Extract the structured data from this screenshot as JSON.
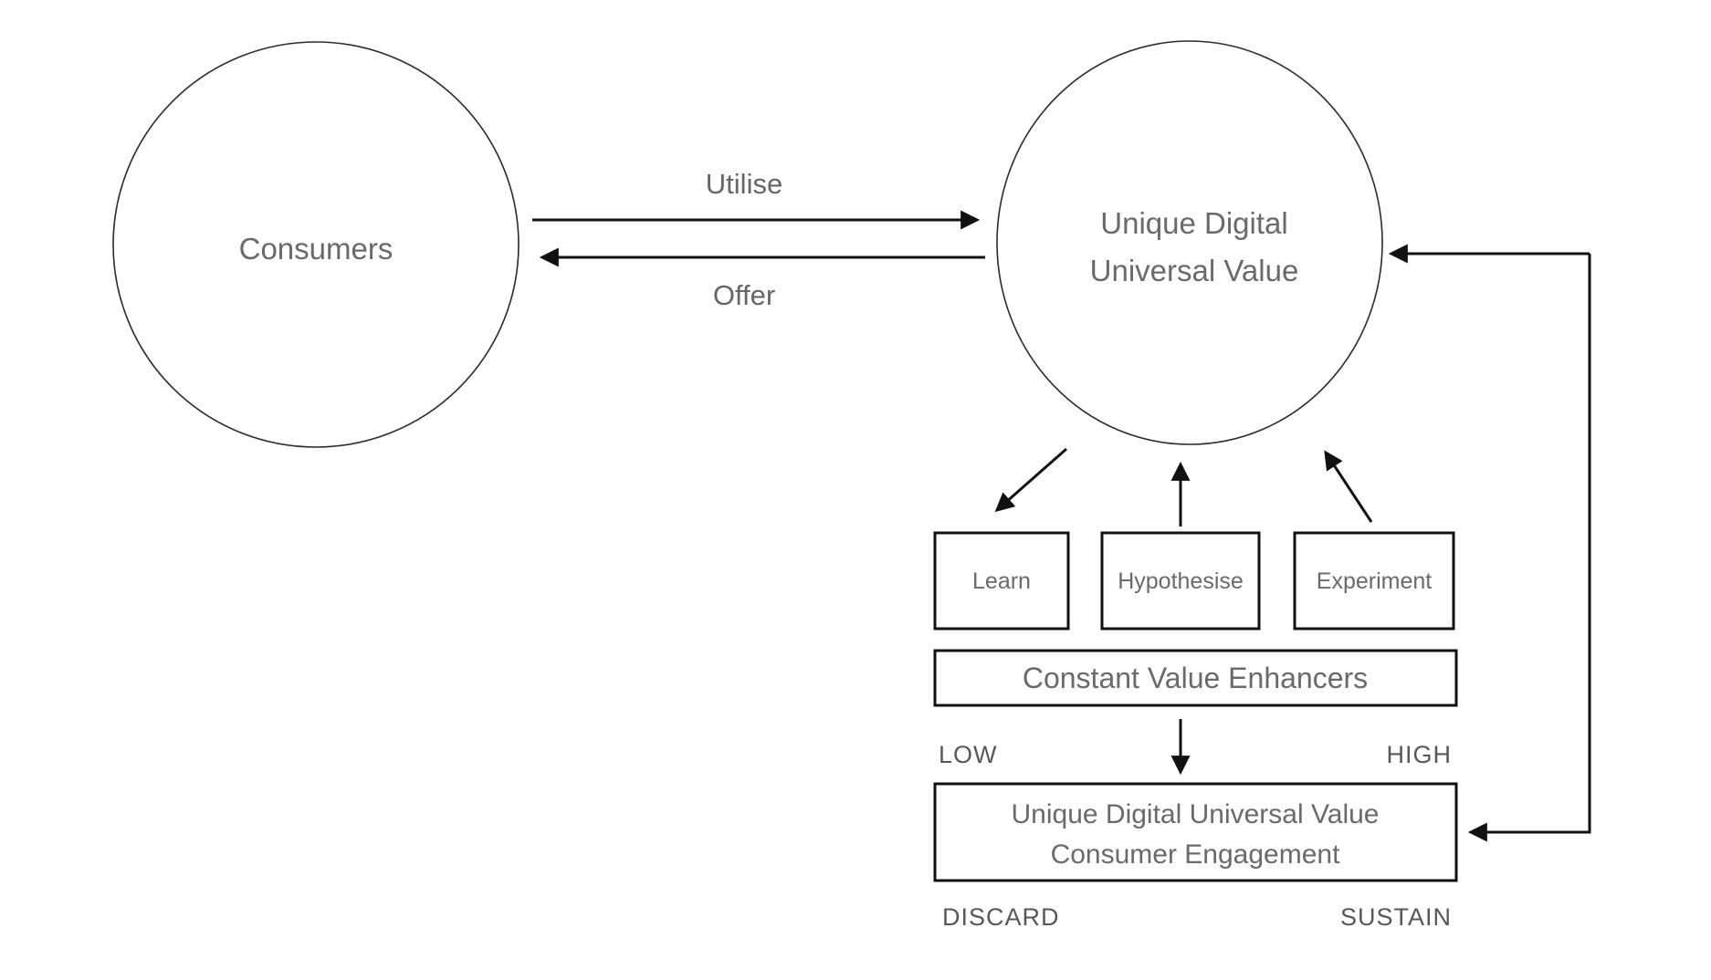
{
  "diagram": {
    "background_color": "#ffffff",
    "line_color": "#111111",
    "circle_stroke_color": "#2b2b2b",
    "node_text_color": "#6a6a6a",
    "scale_text_color": "#58585a",
    "nodes": {
      "consumers": {
        "label": "Consumers"
      },
      "uduv_circle": {
        "label_line1": "Unique Digital",
        "label_line2": "Universal Value"
      },
      "learn": {
        "label": "Learn"
      },
      "hypothesise": {
        "label": "Hypothesise"
      },
      "experiment": {
        "label": "Experiment"
      },
      "constant_value_enhancers": {
        "label": "Constant Value Enhancers"
      },
      "engagement": {
        "label_line1": "Unique Digital Universal Value",
        "label_line2": "Consumer Engagement"
      }
    },
    "edges": {
      "utilise": {
        "label": "Utilise"
      },
      "offer": {
        "label": "Offer"
      }
    },
    "scale_labels": {
      "low": "LOW",
      "high": "HIGH",
      "discard": "DISCARD",
      "sustain": "SUSTAIN"
    }
  }
}
